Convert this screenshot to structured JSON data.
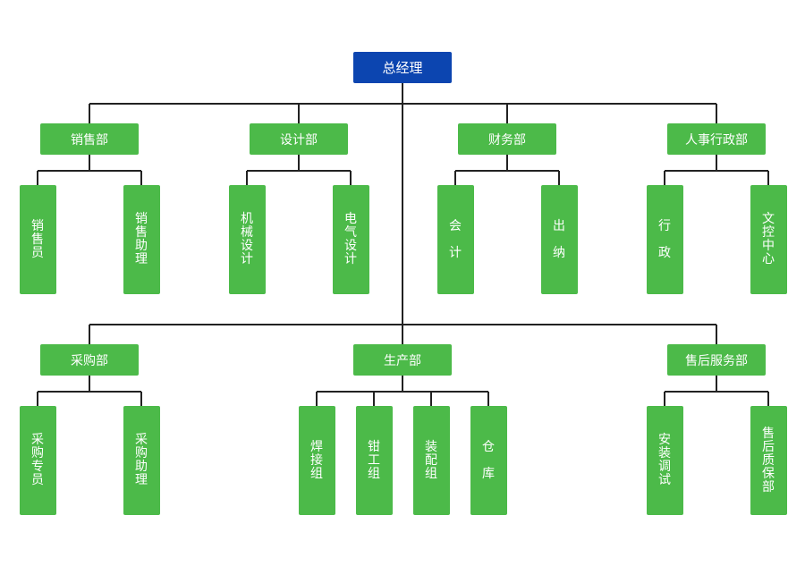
{
  "colors": {
    "root": "#0c45b0",
    "node": "#4cba49",
    "line": "#222222"
  },
  "root": {
    "label": "总经理"
  },
  "departments": [
    {
      "label": "销售部",
      "children": [
        "销售员",
        "销售助理"
      ]
    },
    {
      "label": "设计部",
      "children": [
        "机械设计",
        "电气设计"
      ]
    },
    {
      "label": "财务部",
      "children": [
        "会计",
        "出纳"
      ]
    },
    {
      "label": "人事行政部",
      "children": [
        "行政",
        "文控中心"
      ]
    },
    {
      "label": "采购部",
      "children": [
        "采购专员",
        "采购助理"
      ]
    },
    {
      "label": "生产部",
      "children": [
        "焊接组",
        "钳工组",
        "装配组",
        "仓库"
      ]
    },
    {
      "label": "售后服务部",
      "children": [
        "安装调试",
        "售后质保部"
      ]
    }
  ]
}
